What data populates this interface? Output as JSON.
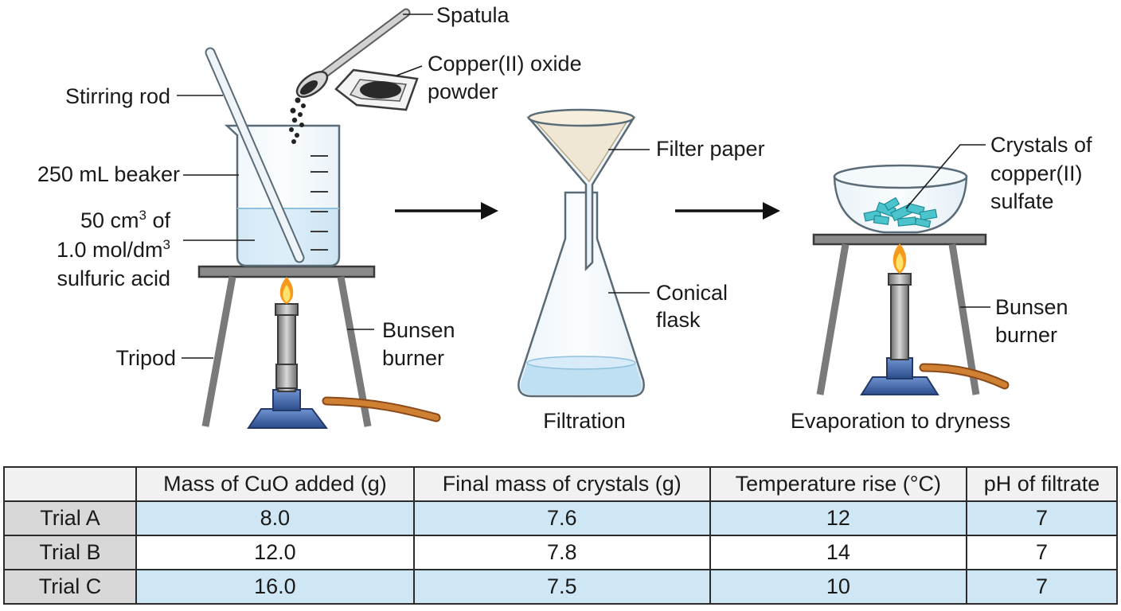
{
  "labels": {
    "spatula": "Spatula",
    "copper_oxide_1": "Copper(II) oxide",
    "copper_oxide_2": "powder",
    "stirring_rod": "Stirring rod",
    "beaker": "250 mL beaker",
    "acid_1": "50 cm",
    "acid_1_sup": "3",
    "acid_1_end": " of",
    "acid_2": "1.0 mol/dm",
    "acid_2_sup": "3",
    "acid_3": "sulfuric acid",
    "tripod": "Tripod",
    "bunsen_1_a": "Bunsen",
    "bunsen_1_b": "burner",
    "filter_paper": "Filter paper",
    "conical_1": "Conical",
    "conical_2": "flask",
    "filtration": "Filtration",
    "crystals_1": "Crystals of",
    "crystals_2": "copper(II)",
    "crystals_3": "sulfate",
    "bunsen_2_a": "Bunsen",
    "bunsen_2_b": "burner",
    "evaporation": "Evaporation to dryness"
  },
  "colors": {
    "acid_liquid": "#bfdff2",
    "glass": "#eef6fb",
    "burner_blue": "#3e64a8",
    "hose": "#c8722e",
    "filter_paper": "#efe6d3",
    "crystals": "#4cc4cc",
    "flame_outer": "#f59a1e",
    "flame_inner": "#ffe36a"
  },
  "table": {
    "headers": [
      "",
      "Mass of CuO added (g)",
      "Final mass of crystals (g)",
      "Temperature rise (°C)",
      "pH of filtrate"
    ],
    "rows": [
      {
        "trial": "Trial A",
        "cells": [
          "8.0",
          "7.6",
          "12",
          "7"
        ]
      },
      {
        "trial": "Trial B",
        "cells": [
          "12.0",
          "7.8",
          "14",
          "7"
        ]
      },
      {
        "trial": "Trial C",
        "cells": [
          "16.0",
          "7.5",
          "10",
          "7"
        ]
      }
    ]
  }
}
